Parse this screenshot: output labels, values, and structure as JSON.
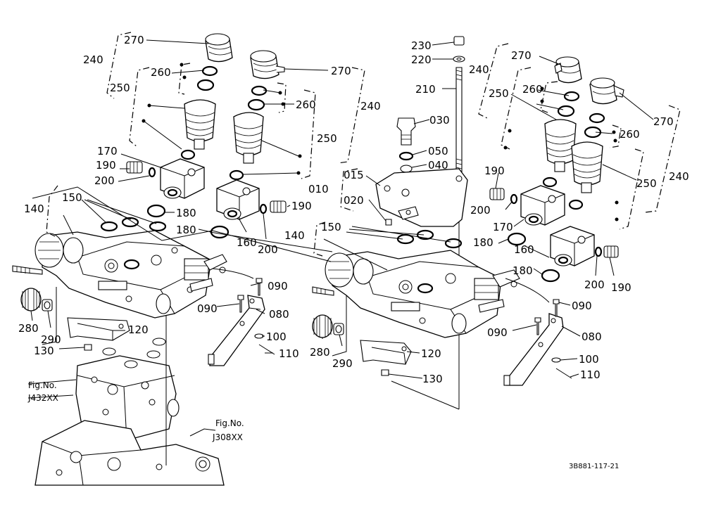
{
  "callouts": {
    "c270a": "270",
    "c240a": "240",
    "c250a": "250",
    "c260a": "260",
    "c270b": "270",
    "c260b": "260",
    "c240b": "240",
    "c250b": "250",
    "c170a": "170",
    "c190a": "190",
    "c200a": "200",
    "c150a": "150",
    "c140a": "140",
    "c180a": "180",
    "c190b": "190",
    "c180b": "180",
    "c160a": "160",
    "c200b": "200",
    "c090a": "090",
    "c090b": "090",
    "c080a": "080",
    "c100a": "100",
    "c110a": "110",
    "c280a": "280",
    "c290a": "290",
    "c120a": "120",
    "c130a": "130",
    "c230": "230",
    "c220": "220",
    "c210": "210",
    "c030": "030",
    "c050": "050",
    "c040": "040",
    "c015": "015",
    "c010": "010",
    "c020": "020",
    "c150b": "150",
    "c140b": "140",
    "c270c": "270",
    "c240c": "240",
    "c250c": "250",
    "c260c": "260",
    "c270d": "270",
    "c260d": "260",
    "c250d": "250",
    "c240d": "240",
    "c190c": "190",
    "c200c": "200",
    "c170b": "170",
    "c160b": "160",
    "c180c": "180",
    "c180d": "180",
    "c200d": "200",
    "c190d": "190",
    "c090c": "090",
    "c090d": "090",
    "c080b": "080",
    "c100b": "100",
    "c110b": "110",
    "c280b": "280",
    "c290b": "290",
    "c120b": "120",
    "c130b": "130"
  },
  "figrefs": {
    "left_label": "Fig.No.",
    "left_code": "J432XX",
    "right_label": "Fig.No.",
    "right_code": "J308XX"
  },
  "drawing_code": "3B881-117-21"
}
